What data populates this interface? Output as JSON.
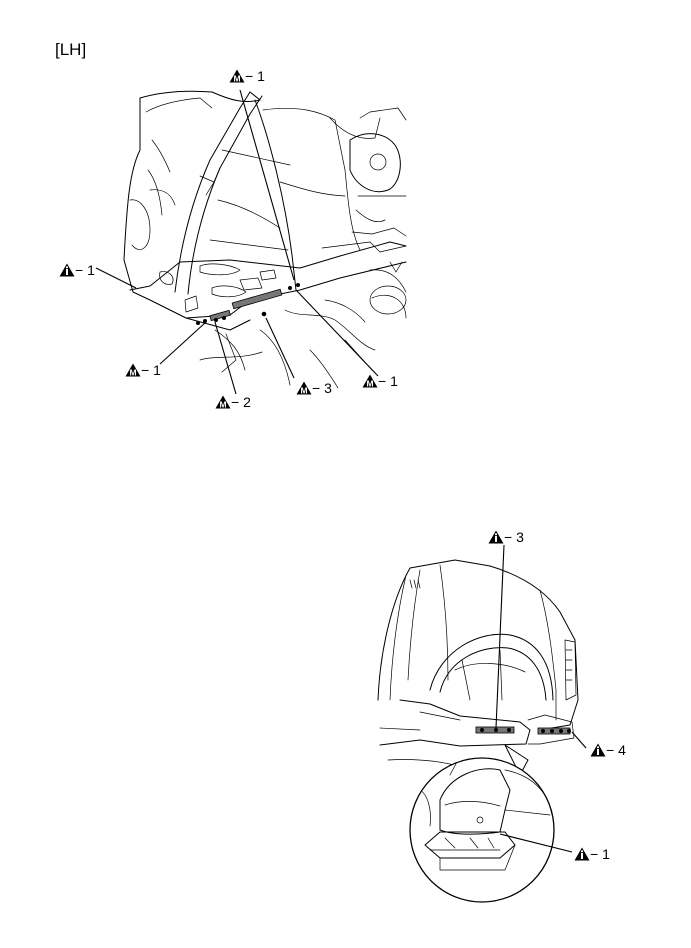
{
  "page": {
    "section_label": "[LH]"
  },
  "figure1": {
    "callouts": [
      {
        "id": "f1-top",
        "type": "spot",
        "text": "− 1"
      },
      {
        "id": "f1-left",
        "type": "inspect",
        "text": "− 1"
      },
      {
        "id": "f1-bottom-l",
        "type": "spot",
        "text": "− 1"
      },
      {
        "id": "f1-bottom-2",
        "type": "spot",
        "text": "− 2"
      },
      {
        "id": "f1-bottom-3",
        "type": "spot",
        "text": "− 3"
      },
      {
        "id": "f1-bottom-r",
        "type": "spot",
        "text": "− 1"
      }
    ]
  },
  "figure2": {
    "callouts": [
      {
        "id": "f2-top",
        "type": "inspect",
        "text": "− 3"
      },
      {
        "id": "f2-right",
        "type": "inspect",
        "text": "− 4"
      },
      {
        "id": "f2-detail",
        "type": "inspect",
        "text": "− 1"
      }
    ]
  },
  "icons": {
    "spot": "spot-weld-m-triangle-icon",
    "inspect": "inspection-i-triangle-icon"
  }
}
